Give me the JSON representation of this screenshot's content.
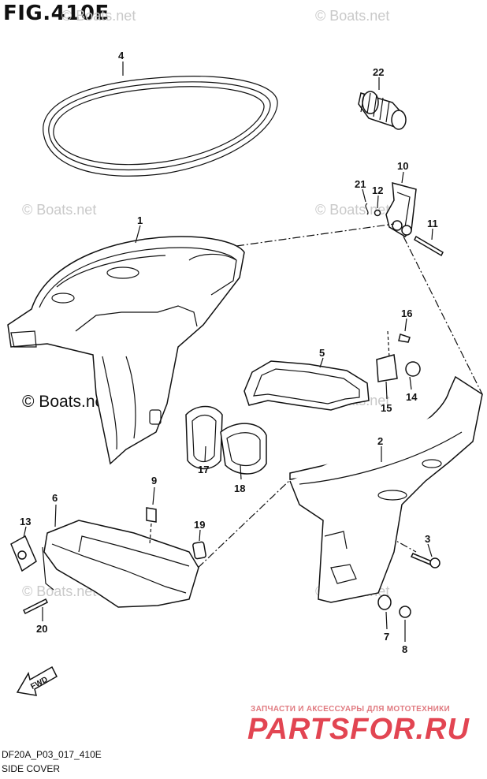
{
  "figure": {
    "title": "FIG.410E",
    "code": "DF20A_P03_017_410E",
    "subtitle": "SIDE COVER"
  },
  "watermarks": {
    "boats": "© Boats.net",
    "boats_dark": "© Boats.net"
  },
  "brand": {
    "tagline": "ЗАПЧАСТИ И АКСЕССУАРЫ ДЛЯ МОТОТЕХНИКИ",
    "name": "PARTSFOR.RU"
  },
  "direction": {
    "label": "FWD"
  },
  "parts": [
    {
      "id": "p4",
      "number": "4"
    },
    {
      "id": "p22",
      "number": "22"
    },
    {
      "id": "p10",
      "number": "10"
    },
    {
      "id": "p21",
      "number": "21"
    },
    {
      "id": "p12",
      "number": "12"
    },
    {
      "id": "p11",
      "number": "11"
    },
    {
      "id": "p1",
      "number": "1"
    },
    {
      "id": "p16",
      "number": "16"
    },
    {
      "id": "p5",
      "number": "5"
    },
    {
      "id": "p14",
      "number": "14"
    },
    {
      "id": "p15",
      "number": "15"
    },
    {
      "id": "p2",
      "number": "2"
    },
    {
      "id": "p17",
      "number": "17"
    },
    {
      "id": "p18",
      "number": "18"
    },
    {
      "id": "p9",
      "number": "9"
    },
    {
      "id": "p6",
      "number": "6"
    },
    {
      "id": "p13",
      "number": "13"
    },
    {
      "id": "p19",
      "number": "19"
    },
    {
      "id": "p3",
      "number": "3"
    },
    {
      "id": "p20",
      "number": "20"
    },
    {
      "id": "p7",
      "number": "7"
    },
    {
      "id": "p8",
      "number": "8"
    }
  ]
}
